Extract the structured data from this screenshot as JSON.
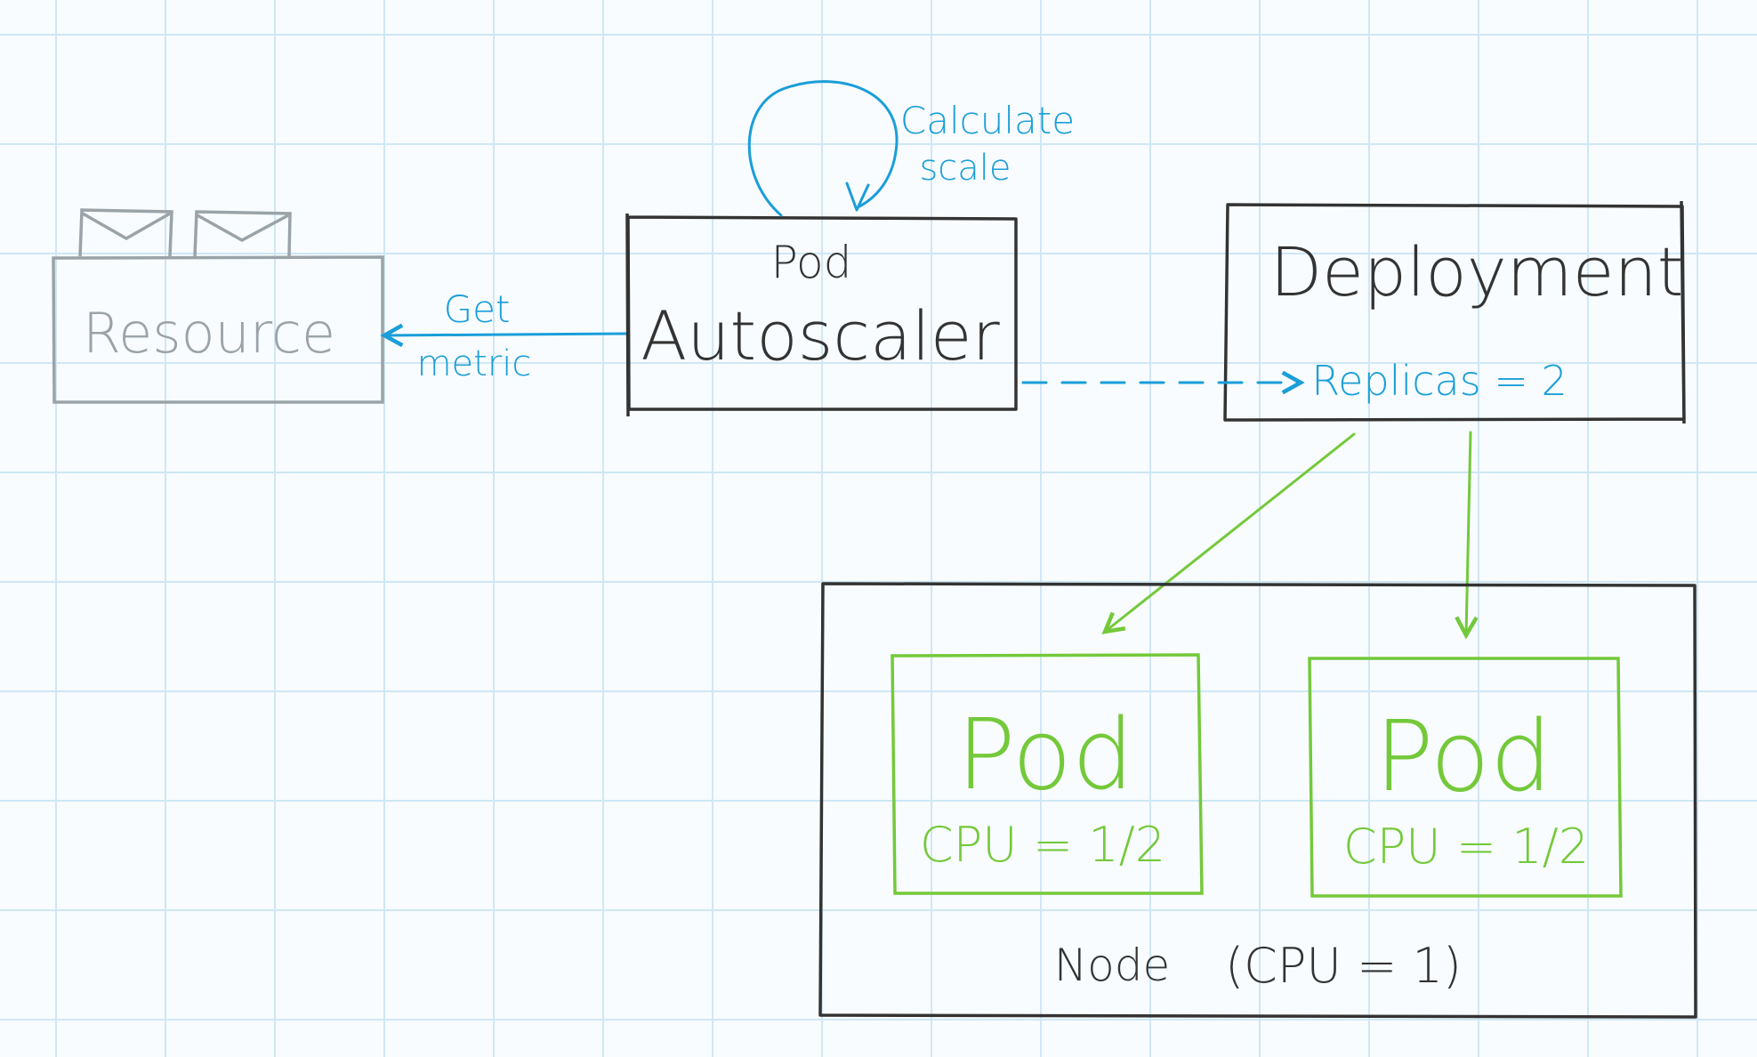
{
  "colors": {
    "ink": "#333333",
    "grey": "#9aa3a8",
    "blue": "#1a9ed8",
    "green": "#74c93a"
  },
  "resource": {
    "label": "Resource"
  },
  "get_metric": {
    "line1": "Get",
    "line2": "metric"
  },
  "autoscaler": {
    "line1": "Pod",
    "line2": "Autoscaler"
  },
  "calculate_scale": {
    "line1": "Calculate",
    "line2": "scale"
  },
  "deployment": {
    "label": "Deployment",
    "replicas": "Replicas = 2"
  },
  "node": {
    "label": "Node",
    "cpu": "(CPU = 1)"
  },
  "pods": [
    {
      "label": "Pod",
      "cpu": "CPU = 1/2"
    },
    {
      "label": "Pod",
      "cpu": "CPU = 1/2"
    }
  ]
}
